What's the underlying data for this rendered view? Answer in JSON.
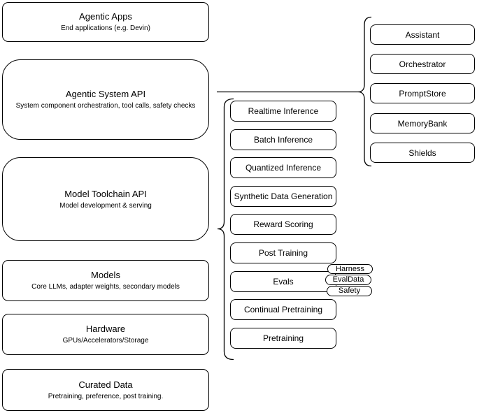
{
  "diagram": {
    "colors": {
      "background": "#ffffff",
      "stroke": "#000000",
      "node_fill": "#ffffff",
      "text": "#000000"
    },
    "left_stack": [
      {
        "title": "Agentic Apps",
        "subtitle": "End applications (e.g. Devin)"
      },
      {
        "title": "Agentic System API",
        "subtitle": "System component orchestration, tool calls, safety checks"
      },
      {
        "title": "Model Toolchain API",
        "subtitle": "Model development & serving"
      },
      {
        "title": "Models",
        "subtitle": "Core LLMs, adapter weights, secondary models"
      },
      {
        "title": "Hardware",
        "subtitle": "GPUs/Accelerators/Storage"
      },
      {
        "title": "Curated Data",
        "subtitle": "Pretraining, preference, post training."
      }
    ],
    "toolchain_group": {
      "items": [
        "Realtime Inference",
        "Batch Inference",
        "Quantized Inference",
        "Synthetic Data Generation",
        "Reward Scoring",
        "Post Training",
        "Evals",
        "Continual Pretraining",
        "Pretraining"
      ],
      "evals_tags": [
        "Harness",
        "EvalData",
        "Safety"
      ]
    },
    "system_group": {
      "items": [
        "Assistant",
        "Orchestrator",
        "PromptStore",
        "MemoryBank",
        "Shields"
      ]
    }
  }
}
